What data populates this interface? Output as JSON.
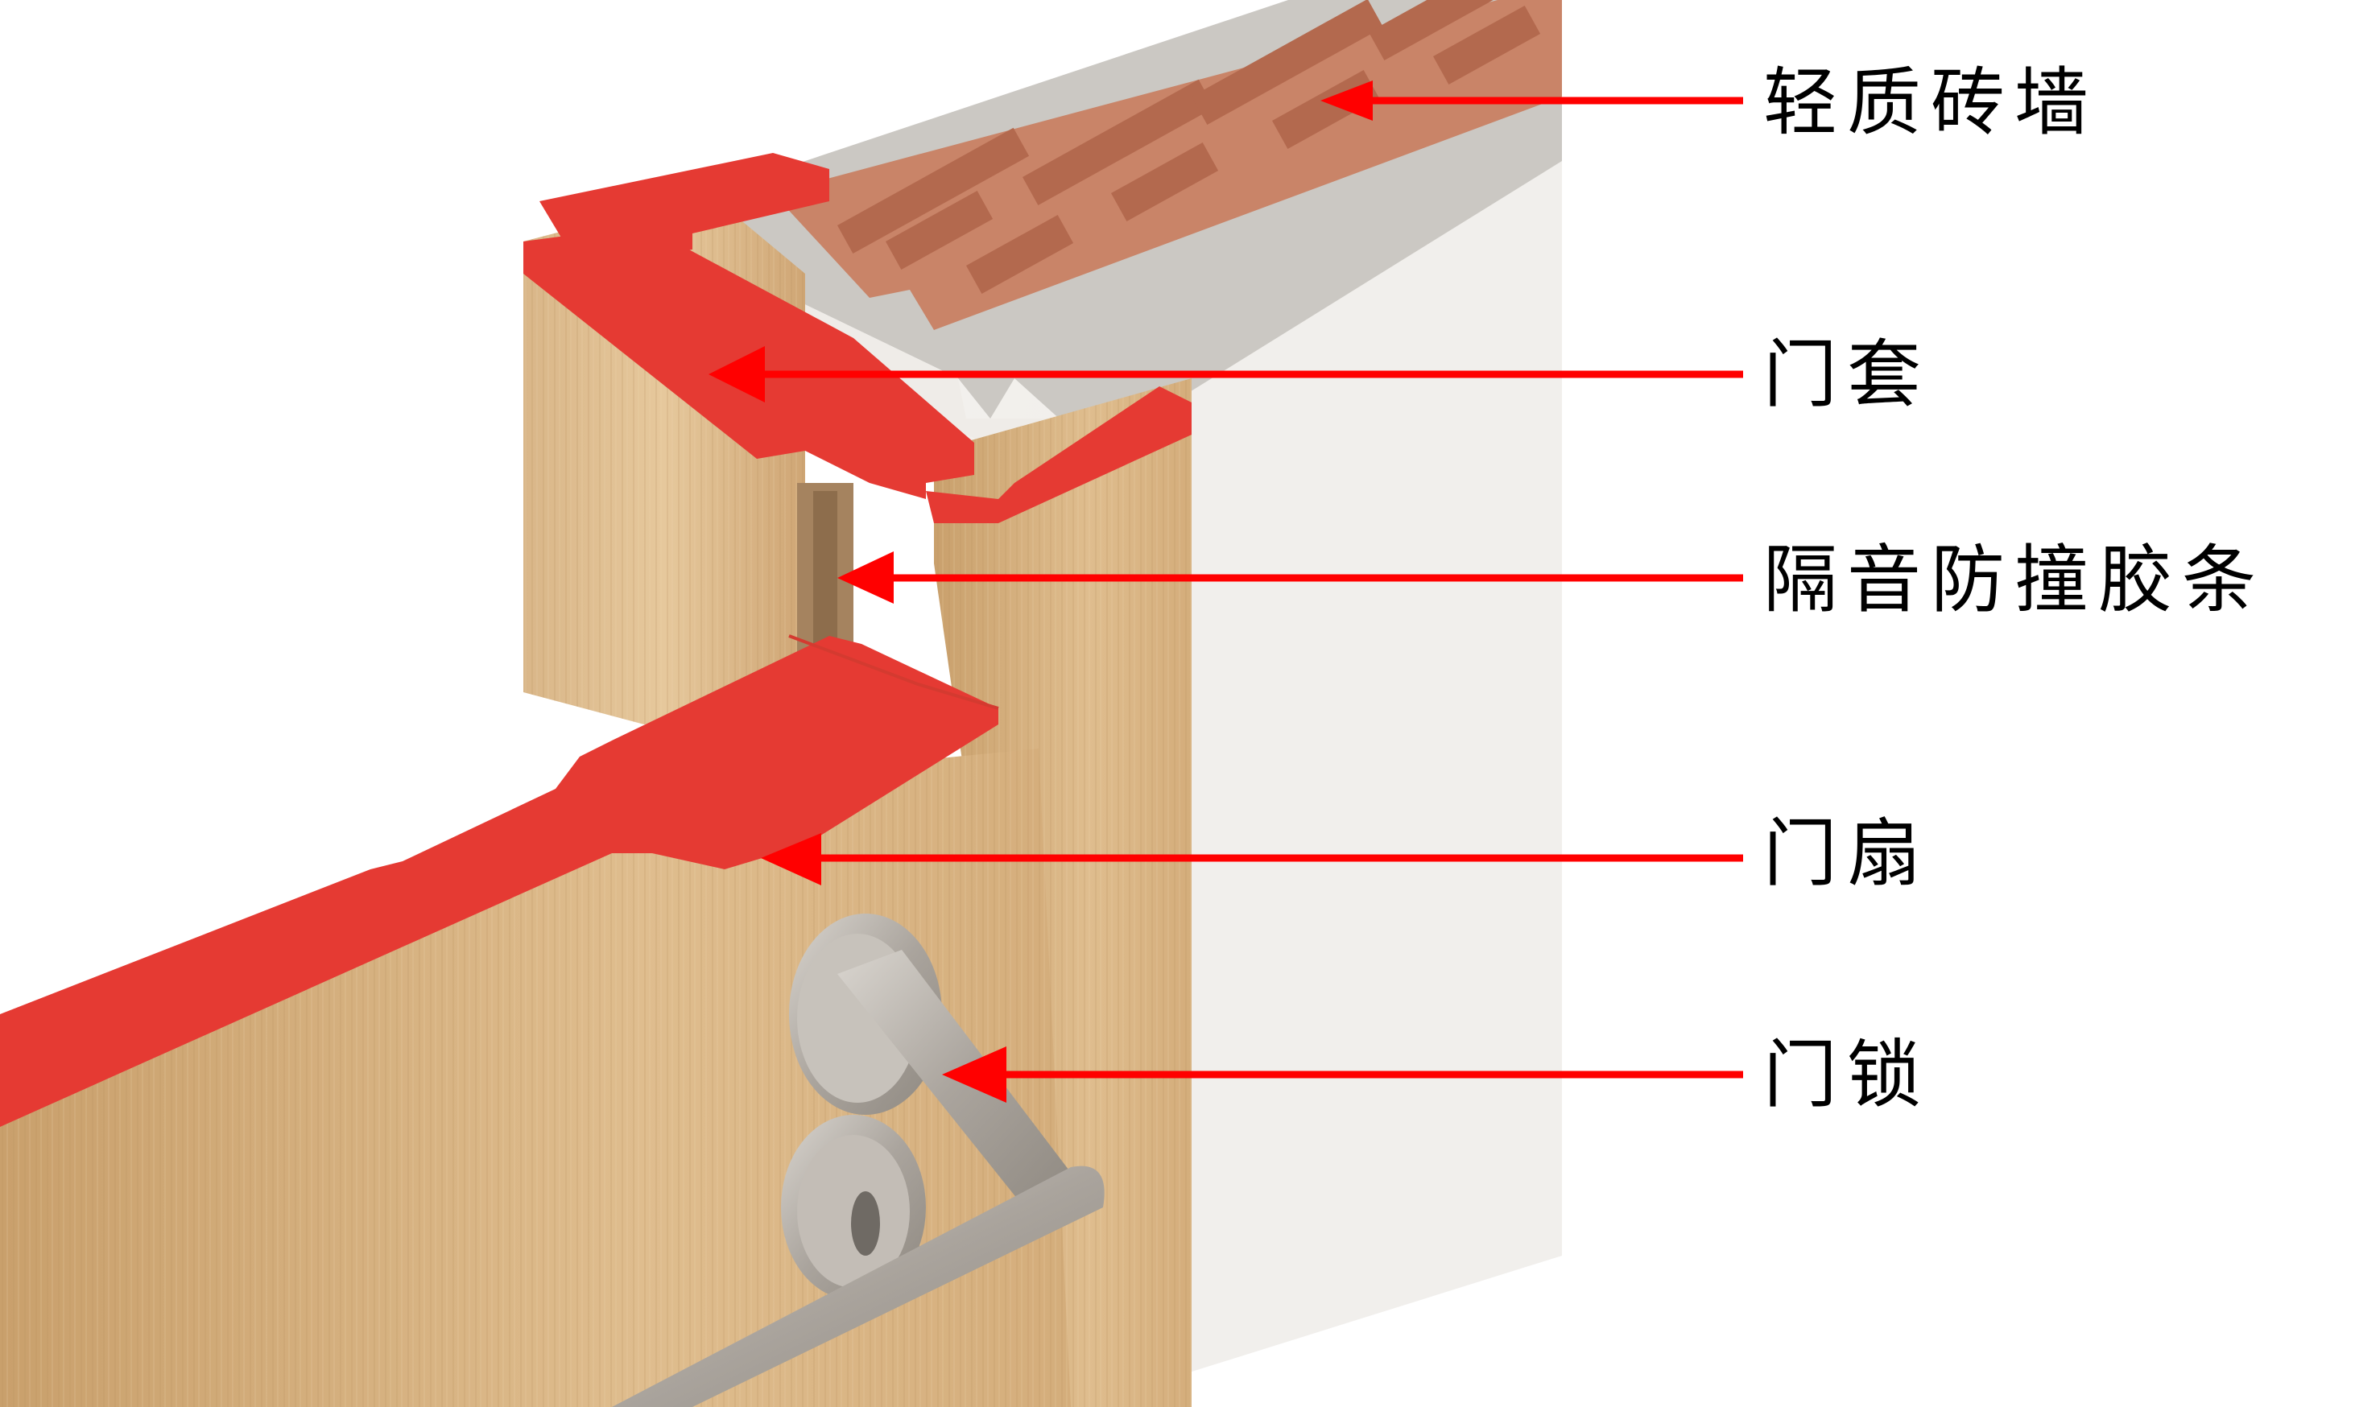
{
  "diagram": {
    "type": "annotated-cross-section",
    "subject": "door assembly",
    "colors": {
      "arrow": "#ff0000",
      "section_fill": "#e53a33",
      "wood": "#dcb98a",
      "wood_dark": "#c9a06c",
      "brick": "#c98468",
      "mortar": "#c9c6c1",
      "wall": "#f2f0ed",
      "metal": "#b8b3ad",
      "text": "#000000"
    },
    "callouts": [
      {
        "id": "brick-wall",
        "label": "轻质砖墙",
        "target": "lightweight brick wall"
      },
      {
        "id": "door-frame",
        "label": "门套",
        "target": "door frame / casing"
      },
      {
        "id": "seal-strip",
        "label": "隔音防撞胶条",
        "target": "soundproof anti-collision rubber strip"
      },
      {
        "id": "door-leaf",
        "label": "门扇",
        "target": "door leaf"
      },
      {
        "id": "door-lock",
        "label": "门锁",
        "target": "door lock / handle"
      }
    ]
  }
}
